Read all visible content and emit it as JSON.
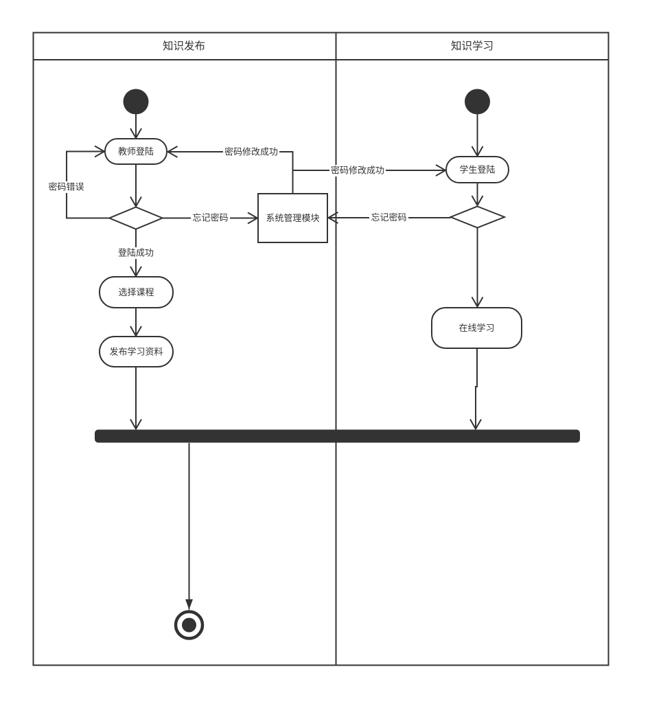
{
  "lanes": {
    "left_title": "知识发布",
    "right_title": "知识学习"
  },
  "nodes": {
    "teacher_login": "教师登陆",
    "student_login": "学生登陆",
    "system_module": "系统管理模块",
    "select_course": "选择课程",
    "publish_materials": "发布学习资料",
    "online_learning": "在线学习"
  },
  "edge_labels": {
    "password_error": "密码错误",
    "login_success": "登陆成功",
    "forgot_password_left": "忘记密码",
    "forgot_password_right": "忘记密码",
    "password_changed_left": "密码修改成功",
    "password_changed_right": "密码修改成功"
  },
  "colors": {
    "line": "#333333",
    "background": "#ffffff"
  }
}
